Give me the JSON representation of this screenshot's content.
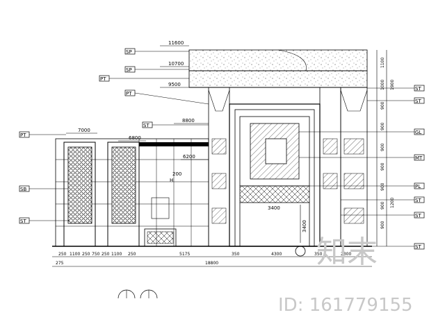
{
  "drawing": {
    "elevations": [
      "11600",
      "10700",
      "9500",
      "8800",
      "7000",
      "6800",
      "6200",
      "3400",
      "3400",
      "200"
    ],
    "bottom_dims_row1": [
      "250",
      "1100",
      "250",
      "750",
      "250",
      "1100",
      "250",
      "5175",
      "350",
      "4300",
      "350",
      "2300"
    ],
    "bottom_dims_row2": [
      "275",
      "18800"
    ],
    "right_dims": [
      "1100",
      "1000",
      "900",
      "1900",
      "900",
      "900",
      "900",
      "900",
      "900",
      "900",
      "1200"
    ],
    "left_tags": [
      "SP",
      "SP",
      "PT",
      "PT",
      "PT",
      "SB",
      "ST",
      "ST"
    ],
    "right_tags": [
      "ST",
      "ST",
      "GL",
      "MT",
      "PL",
      "ST",
      "ST",
      "ST"
    ],
    "door_mark": "H"
  },
  "watermark": {
    "brand": "知末",
    "id_text": "ID: 161779155"
  }
}
